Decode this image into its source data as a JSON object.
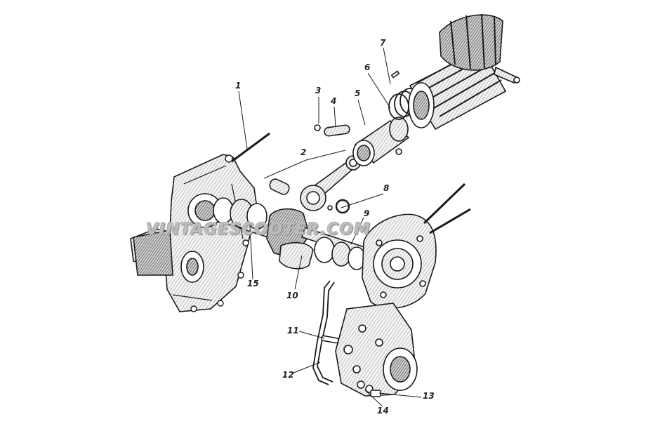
{
  "diagram": {
    "callouts": [
      {
        "id": "1",
        "label": "1"
      },
      {
        "id": "2",
        "label": "2"
      },
      {
        "id": "3",
        "label": "3"
      },
      {
        "id": "4",
        "label": "4"
      },
      {
        "id": "5",
        "label": "5"
      },
      {
        "id": "6",
        "label": "6"
      },
      {
        "id": "7",
        "label": "7"
      },
      {
        "id": "8",
        "label": "8"
      },
      {
        "id": "9",
        "label": "9"
      },
      {
        "id": "10",
        "label": "10"
      },
      {
        "id": "11",
        "label": "11"
      },
      {
        "id": "12",
        "label": "12"
      },
      {
        "id": "13",
        "label": "13"
      },
      {
        "id": "14",
        "label": "14"
      },
      {
        "id": "15",
        "label": "15"
      }
    ],
    "watermark": "VINTAGESCOOTER.COM"
  }
}
